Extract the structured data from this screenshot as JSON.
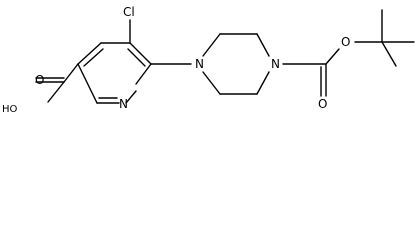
{
  "molecule": {
    "atoms": {
      "chlorine": "Cl",
      "pyridine_nitrogen": "N",
      "piperazine_nitrogen_left": "N",
      "piperazine_nitrogen_right": "N",
      "acid_group": "HO",
      "acid_oxygen": "O",
      "carbamate_carbonyl_oxygen": "O",
      "carbamate_ester_oxygen": "O"
    }
  }
}
